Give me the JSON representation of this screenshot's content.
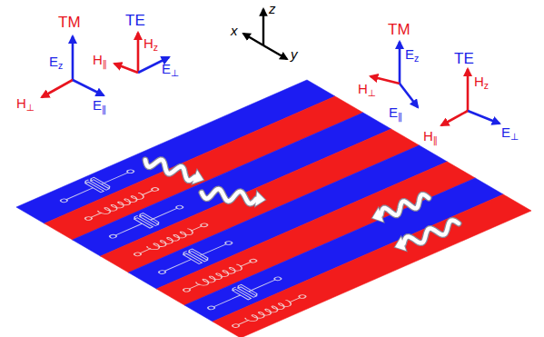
{
  "diagram": {
    "labels": [
      "TM",
      "Ez",
      "H⊥",
      "E∥",
      "TE",
      "Hz",
      "E⊥",
      "H∥",
      "z",
      "x",
      "y",
      "TM",
      "Ez",
      "H⊥",
      "E∥",
      "TE",
      "Hz",
      "E⊥",
      "H∥"
    ]
  }
}
